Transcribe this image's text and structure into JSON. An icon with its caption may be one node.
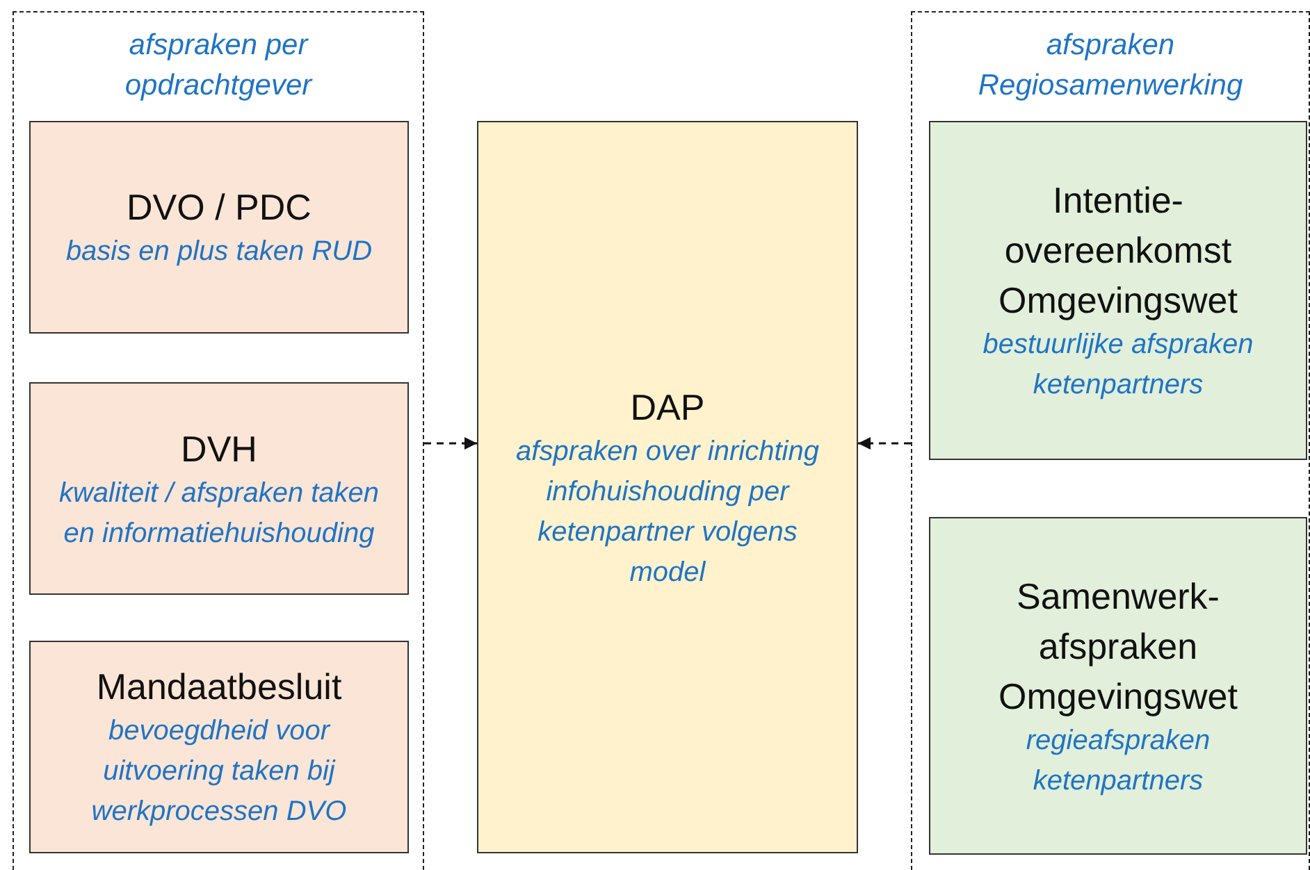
{
  "diagram": {
    "nodes": [
      {
        "text": [
          "afspraken per opdrachtgever"
        ]
      },
      {
        "text": [
          "DVO / PDC",
          "basis en plus taken RUD"
        ],
        "in": 0
      },
      {
        "text": [
          "DVH",
          "kwaliteit / afspraken taken en informatiehuishouding"
        ],
        "in": 0
      },
      {
        "text": [
          "Mandaatbesluit",
          "bevoegdheid voor uitvoering taken bij werkprocessen DVO"
        ],
        "in": 0
      },
      {
        "text": [
          "DAP",
          "afspraken over inrichting infohuishouding per ketenpartner volgens model"
        ]
      },
      {
        "text": [
          "afspraken Regiosamenwerking"
        ]
      },
      {
        "text": [
          "Intentie-overeenkomst Omgevingswet",
          "bestuurlijke afspraken ketenpartners"
        ],
        "in": 5
      },
      {
        "text": [
          "Samenwerk-afspraken Omgevingswet",
          "regieafspraken ketenpartners"
        ],
        "in": 5
      }
    ],
    "edges": [
      {
        "from": 0,
        "to": 4,
        "arrow": "to",
        "style": "dashed"
      },
      {
        "from": 5,
        "to": 4,
        "arrow": "to",
        "style": "dashed"
      }
    ]
  }
}
